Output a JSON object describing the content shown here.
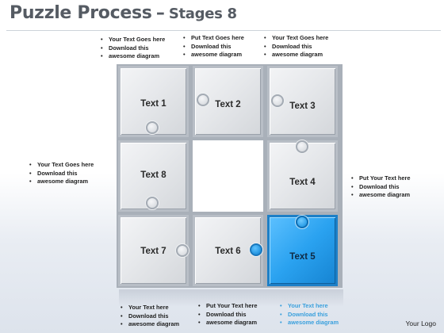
{
  "title": {
    "main": "Puzzle Process",
    "dash": "–",
    "sub": "Stages 8"
  },
  "notes": {
    "top1": [
      "Your Text Goes here",
      "Download this",
      "awesome diagram"
    ],
    "top2": [
      "Put Text Goes here",
      "Download this",
      "awesome diagram"
    ],
    "top3": [
      "Your Text Goes here",
      "Download this",
      "awesome diagram"
    ],
    "left": [
      "Your Text Goes here",
      "Download this",
      "awesome diagram"
    ],
    "right": [
      "Put Your Text  here",
      "Download this",
      "awesome diagram"
    ],
    "bottom1": [
      "Your Text  here",
      "Download this",
      "awesome diagram"
    ],
    "bottom2": [
      "Put Your Text  here",
      "Download this",
      "awesome diagram"
    ],
    "bottom3": [
      "Your Text  here",
      "Download this",
      "awesome diagram"
    ]
  },
  "tiles": {
    "t1": "Text 1",
    "t2": "Text 2",
    "t3": "Text 3",
    "t4": "Text 4",
    "t5": "Text 5",
    "t6": "Text 6",
    "t7": "Text 7",
    "t8": "Text 8"
  },
  "highlight_color": "#2aa2f0",
  "logo": "Your Logo"
}
